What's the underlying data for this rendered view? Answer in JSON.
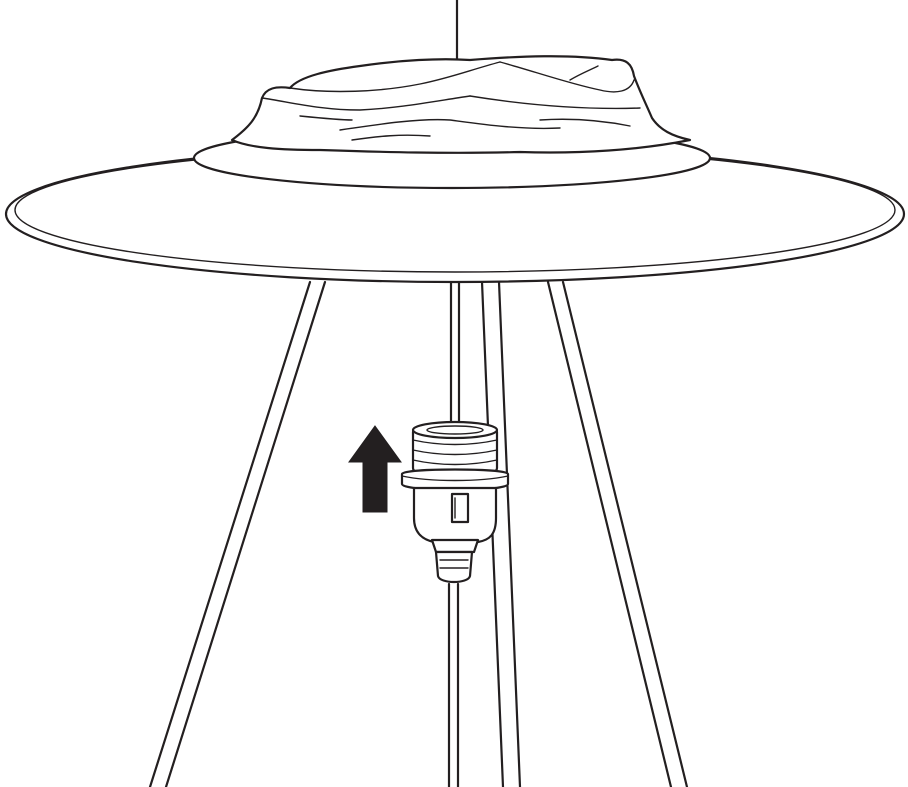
{
  "figure": {
    "colors": {
      "line": "#231f20",
      "fill": "#ffffff",
      "arrow": "#231f20"
    },
    "parts": [
      "hanging-cord",
      "fabric-top",
      "shade-collar",
      "lamp-shade-disc",
      "tripod-legs",
      "bulb-socket",
      "power-cord",
      "direction-arrow"
    ],
    "arrow_direction": "up"
  }
}
